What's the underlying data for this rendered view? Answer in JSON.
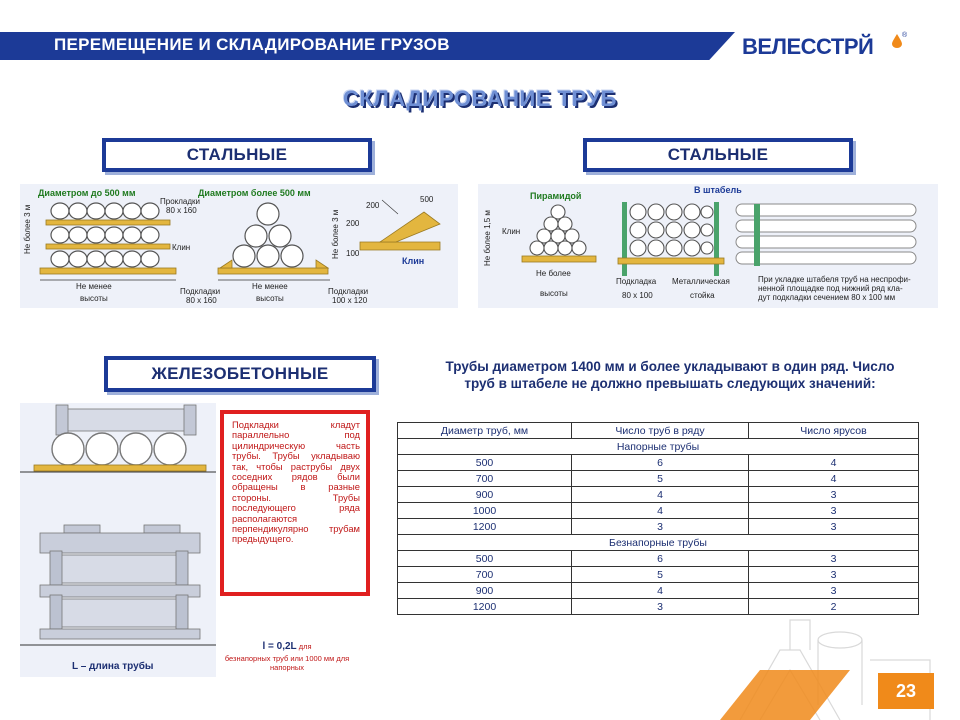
{
  "header": {
    "title": "ПЕРЕМЕЩЕНИЕ И СКЛАДИРОВАНИЕ ГРУЗОВ",
    "logo_text": "ВЕЛЕССТР",
    "logo_tail": "Й",
    "logo_reg": "®"
  },
  "main_title": "СКЛАДИРОВАНИЕ ТРУБ",
  "sections": {
    "steel_left": "СТАЛЬНЫЕ",
    "steel_right": "СТАЛЬНЫЕ",
    "concrete": "ЖЕЛЕЗОБЕТОННЫЕ"
  },
  "steel_fig_1": {
    "label_small": "Диаметром до 500 мм",
    "label_large": "Диаметром более 500 мм",
    "height_left": "Не более 3 м",
    "height_right": "Не более 3 м",
    "pad_top": "Прокладки",
    "pad_top_size": "80 х 160",
    "wedge": "Клин",
    "wedge_right": "Клин",
    "min_a": "Не менее",
    "min_a2": "высоты",
    "min_b": "Не менее",
    "min_b2": "высоты",
    "pad_bottom": "Подкладки",
    "pad_bottom_size": "80 х 160",
    "pad_bottom_r": "Подкладки",
    "pad_bottom_r_size": "100 х 120",
    "dim_200a": "200",
    "dim_200b": "200",
    "dim_100": "100",
    "dim_500": "500"
  },
  "steel_fig_2": {
    "pyramid": "Пирамидой",
    "stack": "В штабель",
    "height": "Не более 1,5 м",
    "wedge": "Клин",
    "min": "Не более",
    "min2": "высоты",
    "pad": "Подкладка",
    "pad_size": "80 х 100",
    "post": "Металлическая",
    "post2": "стойка",
    "note1": "При укладке штабеля труб на неспрофи-",
    "note2": "ненной площадке под нижний ряд кла-",
    "note3": "дут подкладки сечением 80 х 100 мм"
  },
  "concrete_fig": {
    "length_label": "L – длина трубы"
  },
  "note": "Подкладки кладут параллельно под цилиндрическую часть трубы. Трубы укладываю так, чтобы раструбы двух соседних рядов были обращены в разные стороны. Трубы последующего ряда располагаются перпендикулярно трубам предыдущего.",
  "formula": {
    "main": "l = 0,2L",
    "note_a": " для",
    "note_b": "безнапорных труб или 1000 мм для напорных"
  },
  "table_intro": "Трубы диаметром 1400 мм и более укладывают в один ряд. Число труб в штабеле не должно превышать следующих значений:",
  "table": {
    "headers": [
      "Диаметр труб, мм",
      "Число труб в ряду",
      "Число ярусов"
    ],
    "group_pressure": "Напорные трубы",
    "pressure_rows": [
      [
        "500",
        "6",
        "4"
      ],
      [
        "700",
        "5",
        "4"
      ],
      [
        "900",
        "4",
        "3"
      ],
      [
        "1000",
        "4",
        "3"
      ],
      [
        "1200",
        "3",
        "3"
      ]
    ],
    "group_nonpressure": "Безнапорные трубы",
    "nonpressure_rows": [
      [
        "500",
        "6",
        "3"
      ],
      [
        "700",
        "5",
        "3"
      ],
      [
        "900",
        "4",
        "3"
      ],
      [
        "1200",
        "3",
        "2"
      ]
    ]
  },
  "page_number": "23",
  "colors": {
    "brand_blue": "#1c3a97",
    "accent_orange": "#f08a1a",
    "note_red": "#e02020"
  }
}
